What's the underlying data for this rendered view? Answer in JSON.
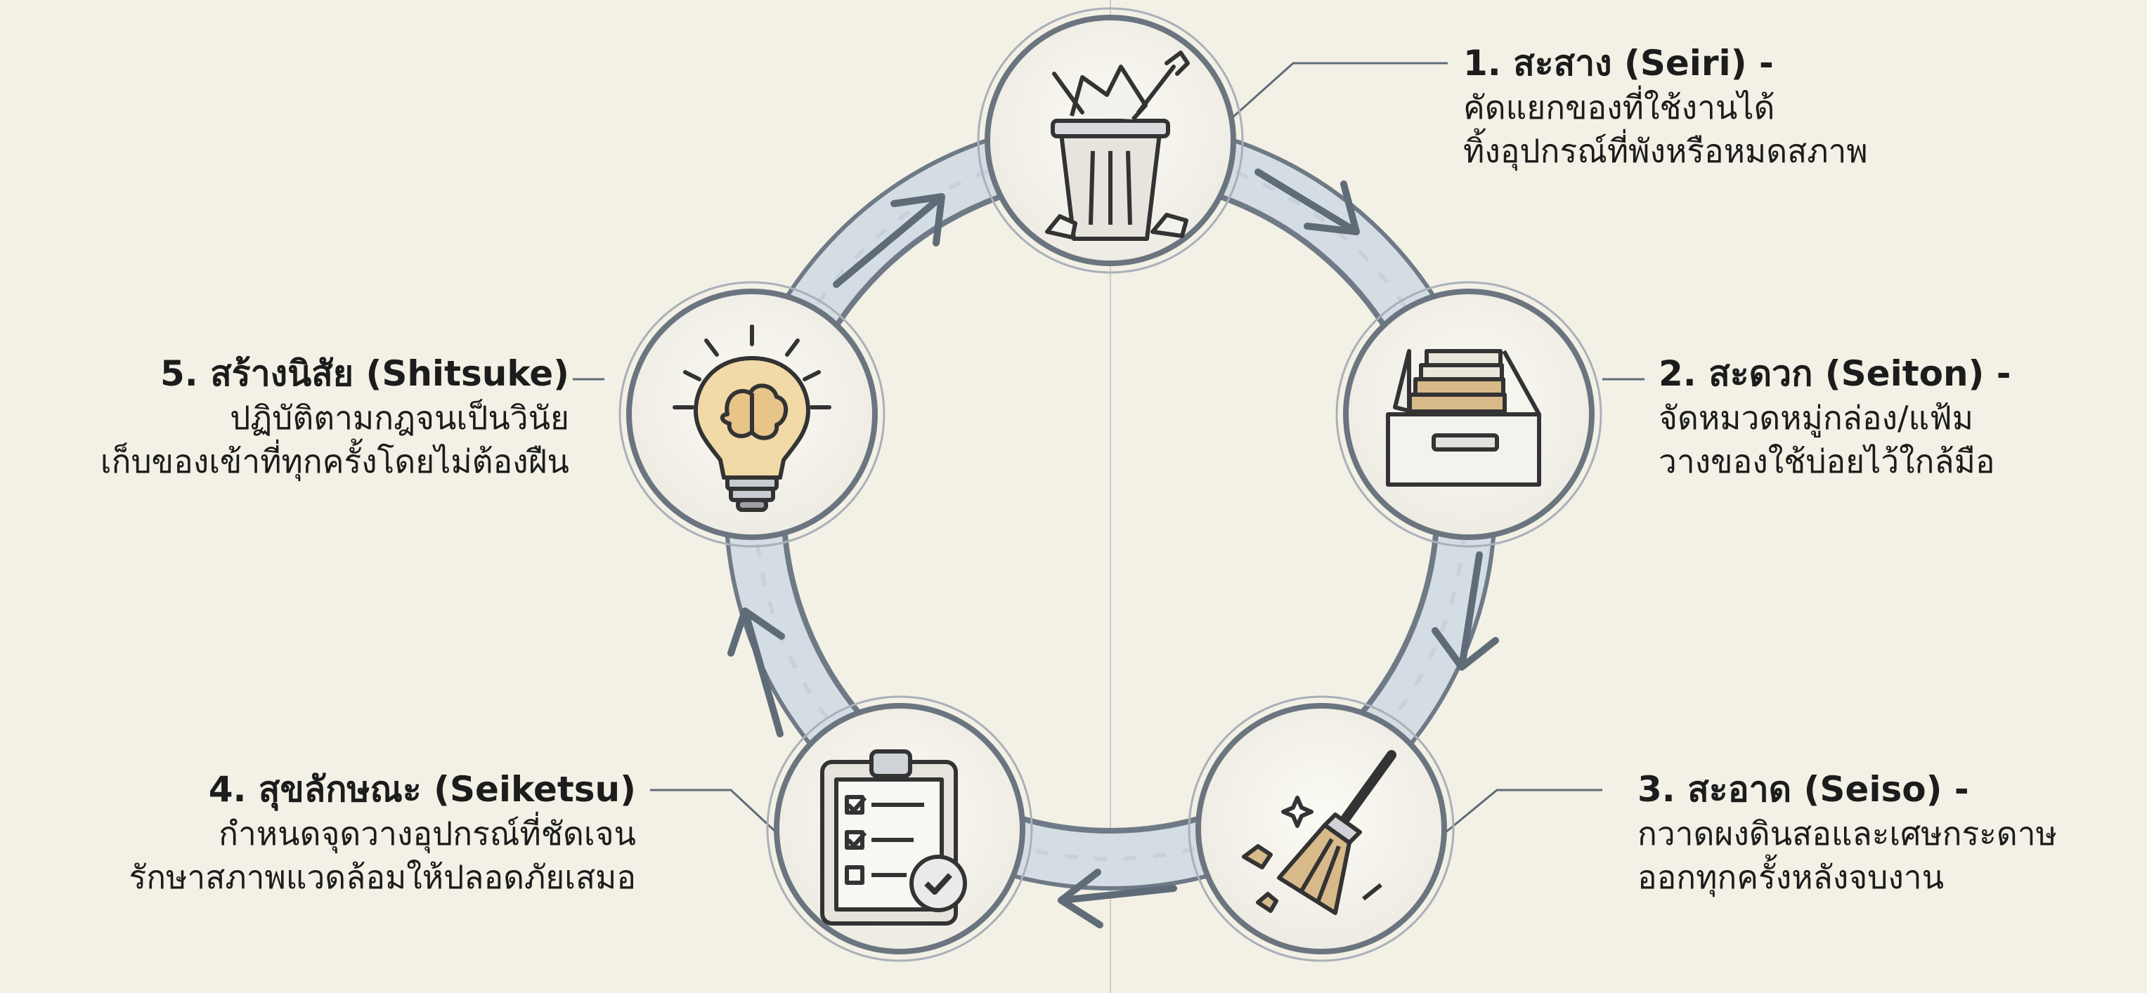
{
  "colors": {
    "background": "#f3f0e5",
    "ring_fill": "#d5dde4",
    "ring_stroke": "#6e7a86",
    "circle_fill": "#f7f5ee",
    "circle_stroke": "#6b7580",
    "accent_tan": "#d8b98a",
    "text": "#1c1c1c"
  },
  "steps": [
    {
      "number": "1",
      "title": "1. สะสาง (Seiri) -",
      "lines": [
        "คัดแยกของที่ใช้งานได้",
        "ทิ้งอุปกรณ์ที่พังหรือหมดสภาพ"
      ],
      "icon": "trash-can-icon"
    },
    {
      "number": "2",
      "title": "2. สะดวก (Seiton) -",
      "lines": [
        "จัดหมวดหมู่กล่อง/แฟ้ม",
        "วางของใช้บ่อยไว้ใกล้มือ"
      ],
      "icon": "file-drawer-icon"
    },
    {
      "number": "3",
      "title": "3. สะอาด (Seiso) -",
      "lines": [
        "กวาดผงดินสอและเศษกระดาษ",
        "ออกทุกครั้งหลังจบงาน"
      ],
      "icon": "broom-icon"
    },
    {
      "number": "4",
      "title": "4. สุขลักษณะ (Seiketsu)",
      "lines": [
        "กำหนดจุดวางอุปกรณ์ที่ชัดเจน",
        "รักษาสภาพแวดล้อมให้ปลอดภัยเสมอ"
      ],
      "icon": "checklist-clipboard-icon"
    },
    {
      "number": "5",
      "title": "5. สร้างนิสัย (Shitsuke)",
      "lines": [
        "ปฏิบัติตามกฎจนเป็นวินัย",
        "เก็บของเข้าที่ทุกครั้งโดยไม่ต้องฝืน"
      ],
      "icon": "lightbulb-brain-icon"
    }
  ]
}
